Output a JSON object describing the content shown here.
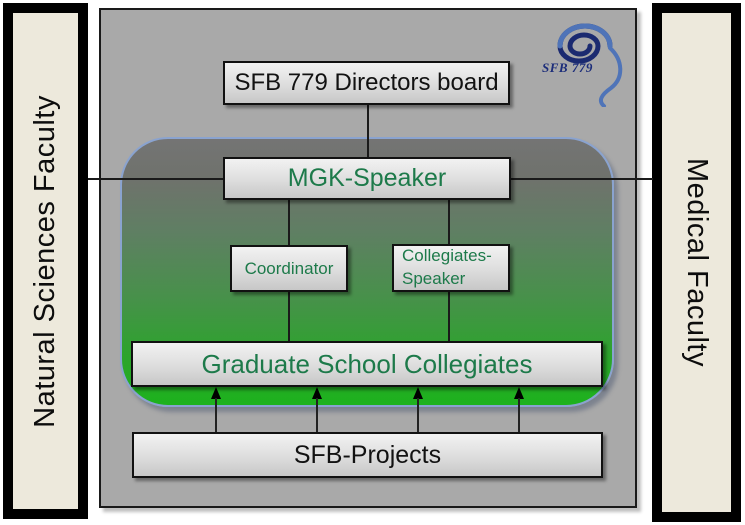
{
  "diagram": {
    "left_bar": {
      "label": "Natural Sciences Faculty"
    },
    "right_bar": {
      "label": "Medical Faculty"
    },
    "logo": {
      "text": "SFB 779"
    },
    "nodes": {
      "directors": {
        "label": "SFB 779 Directors board"
      },
      "mgk_speaker": {
        "label": "MGK-Speaker"
      },
      "coordinator": {
        "label": "Coordinator"
      },
      "collegiates_speaker": {
        "label": "Collegiates-Speaker",
        "line1": "Collegiates-",
        "line2": "Speaker"
      },
      "graduate_school": {
        "label": "Graduate School Collegiates"
      },
      "sfb_projects": {
        "label": "SFB-Projects"
      }
    },
    "colors": {
      "green_text": "#1d7a4a",
      "panel_gray": "#a9a9a9",
      "bar_cream": "#ede9dc",
      "rounded_border_blue": "#8aa3cf",
      "rounded_top_gray": "#747474",
      "rounded_bottom_green": "#1db21d",
      "logo_navy": "#1b2a70",
      "logo_light_blue": "#4f74b8"
    }
  }
}
